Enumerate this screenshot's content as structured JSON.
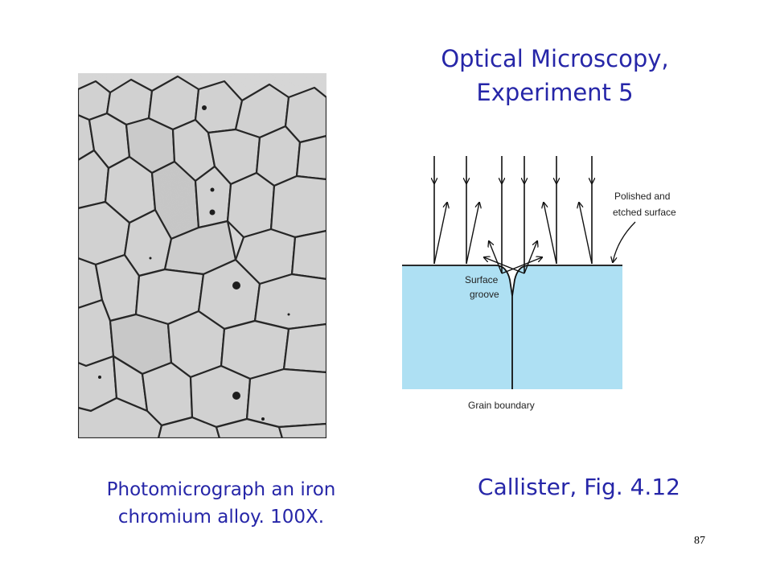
{
  "slide": {
    "title_line1": "Optical Microscopy,",
    "title_line2": "Experiment 5",
    "left_caption_line1": "Photomicrograph an iron",
    "left_caption_line2": "chromium alloy. 100X.",
    "right_caption": "Callister, Fig. 4.12",
    "page_number": "87"
  },
  "diagram": {
    "label_polished_1": "Polished and",
    "label_polished_2": "etched surface",
    "label_groove_1": "Surface",
    "label_groove_2": "groove",
    "label_boundary": "Grain boundary"
  },
  "colors": {
    "text_blue": "#2626a8",
    "grain_fill": "#aee0f3"
  }
}
